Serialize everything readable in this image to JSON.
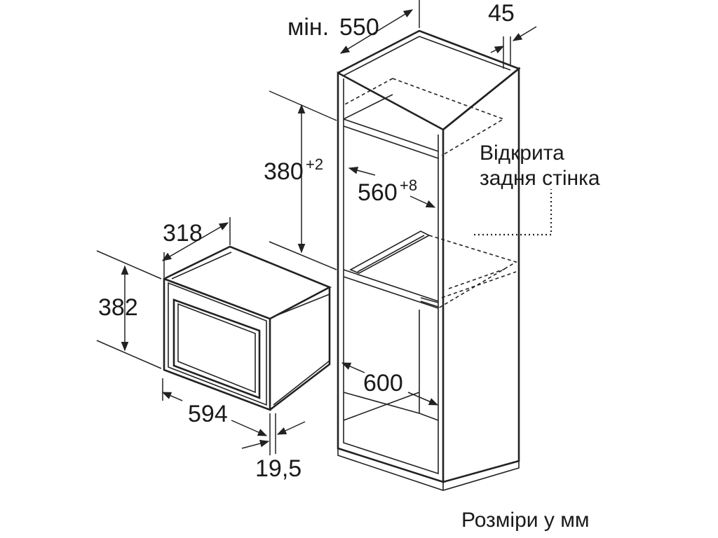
{
  "diagram": {
    "dimensions": {
      "min_prefix": "мін.",
      "depth_cabinet": "550",
      "gap_side": "45",
      "niche_height_base": "380",
      "niche_height_tol": "+2",
      "niche_width_base": "560",
      "niche_width_tol": "+8",
      "device_depth": "318",
      "device_height": "382",
      "device_width": "594",
      "cabinet_width": "600",
      "front_depth": "19,5"
    },
    "notes": {
      "open_back_line1": "Відкрита",
      "open_back_line2": "задня стінка",
      "units": "Розміри у мм"
    },
    "colors": {
      "line": "#222222",
      "text": "#1a1a1a",
      "background": "#ffffff"
    }
  }
}
